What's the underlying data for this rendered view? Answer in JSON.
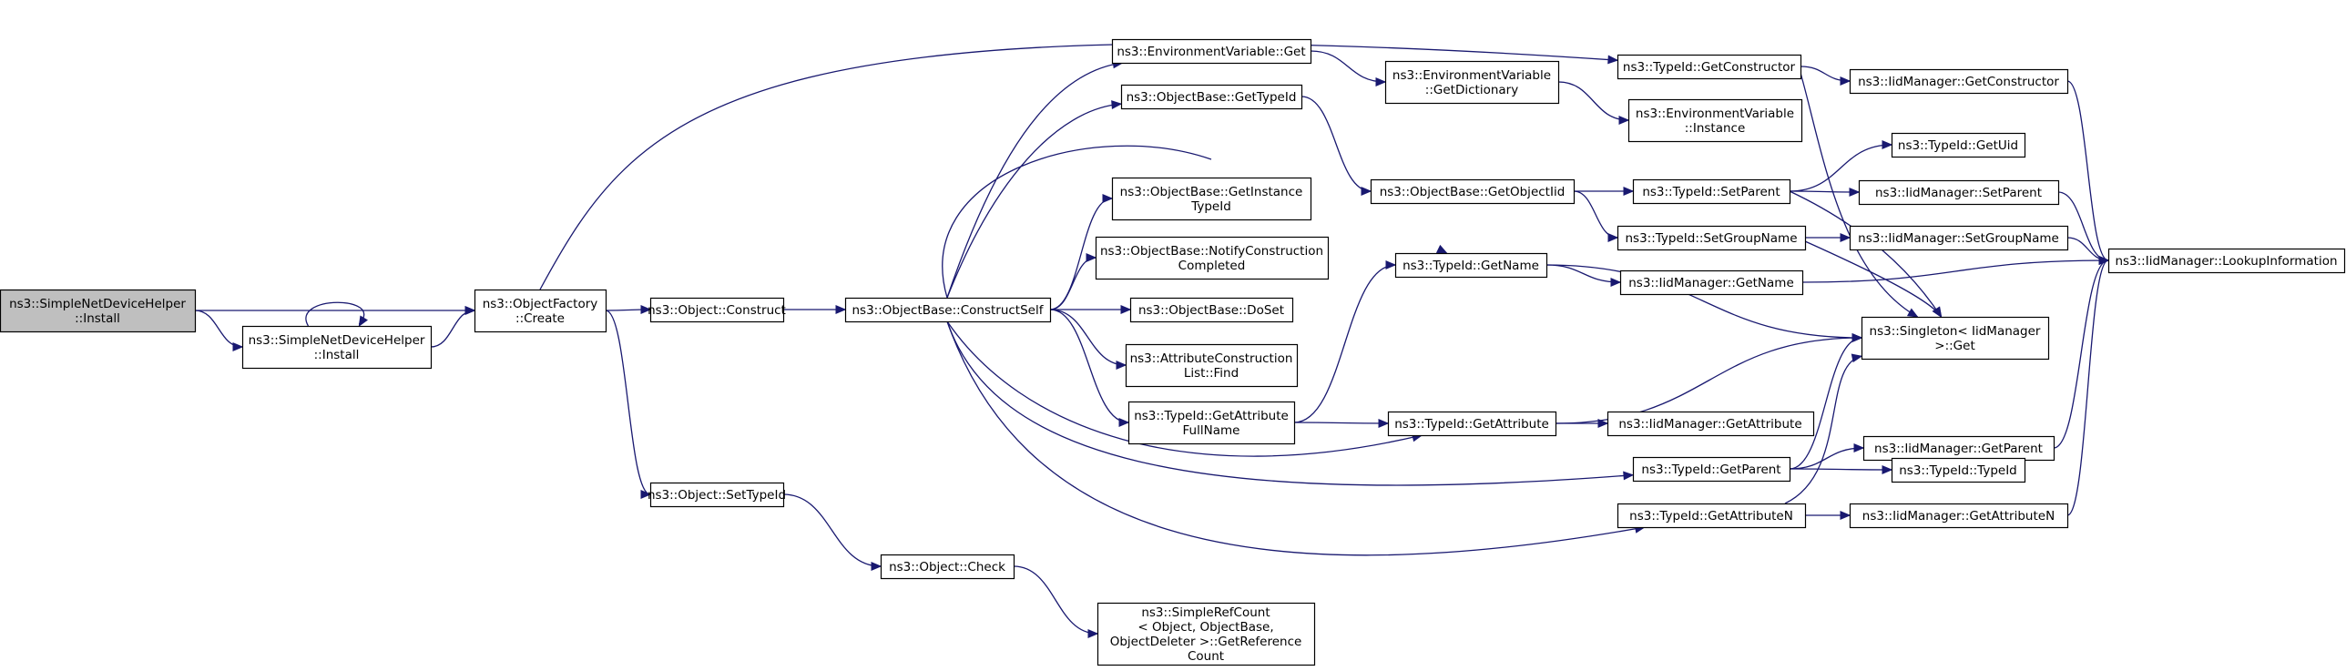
{
  "graph": {
    "title": "",
    "edge_color": "#191970",
    "root_fill": "#bfbfbf",
    "nodes": [
      {
        "id": "sndh_install_root",
        "lines": [
          "ns3::SimpleNetDeviceHelper",
          "::Install"
        ],
        "root": true
      },
      {
        "id": "sndh_install2",
        "lines": [
          "ns3::SimpleNetDeviceHelper",
          "::Install"
        ]
      },
      {
        "id": "of_create",
        "lines": [
          "ns3::ObjectFactory",
          "::Create"
        ]
      },
      {
        "id": "obj_construct",
        "lines": [
          "ns3::Object::Construct"
        ]
      },
      {
        "id": "obj_settypeid",
        "lines": [
          "ns3::Object::SetTypeId"
        ]
      },
      {
        "id": "obj_check",
        "lines": [
          "ns3::Object::Check"
        ]
      },
      {
        "id": "simplerefcount",
        "lines": [
          "ns3::SimpleRefCount",
          "< Object, ObjectBase,",
          "ObjectDeleter >::GetReference",
          "Count"
        ]
      },
      {
        "id": "ob_constructself",
        "lines": [
          "ns3::ObjectBase::ConstructSelf"
        ]
      },
      {
        "id": "envvar_get",
        "lines": [
          "ns3::EnvironmentVariable::Get"
        ]
      },
      {
        "id": "ob_gettypeid",
        "lines": [
          "ns3::ObjectBase::GetTypeId"
        ]
      },
      {
        "id": "ob_getinstancetypeid",
        "lines": [
          "ns3::ObjectBase::GetInstance",
          "TypeId"
        ]
      },
      {
        "id": "ob_notify",
        "lines": [
          "ns3::ObjectBase::NotifyConstruction",
          "Completed"
        ]
      },
      {
        "id": "ob_doset",
        "lines": [
          "ns3::ObjectBase::DoSet"
        ]
      },
      {
        "id": "acl_find",
        "lines": [
          "ns3::AttributeConstruction",
          "List::Find"
        ]
      },
      {
        "id": "tid_getattrfullname",
        "lines": [
          "ns3::TypeId::GetAttribute",
          "FullName"
        ]
      },
      {
        "id": "envvar_getdict",
        "lines": [
          "ns3::EnvironmentVariable",
          "::GetDictionary"
        ]
      },
      {
        "id": "ob_getobjectiid",
        "lines": [
          "ns3::ObjectBase::GetObjectIid"
        ]
      },
      {
        "id": "tid_getname",
        "lines": [
          "ns3::TypeId::GetName"
        ]
      },
      {
        "id": "tid_getattribute",
        "lines": [
          "ns3::TypeId::GetAttribute"
        ]
      },
      {
        "id": "tid_getconstructor",
        "lines": [
          "ns3::TypeId::GetConstructor"
        ]
      },
      {
        "id": "envvar_instance",
        "lines": [
          "ns3::EnvironmentVariable",
          "::Instance"
        ]
      },
      {
        "id": "tid_setparent",
        "lines": [
          "ns3::TypeId::SetParent"
        ]
      },
      {
        "id": "tid_setgroupname",
        "lines": [
          "ns3::TypeId::SetGroupName"
        ]
      },
      {
        "id": "iid_getname",
        "lines": [
          "ns3::IidManager::GetName"
        ]
      },
      {
        "id": "iid_getattribute",
        "lines": [
          "ns3::IidManager::GetAttribute"
        ]
      },
      {
        "id": "tid_getparent",
        "lines": [
          "ns3::TypeId::GetParent"
        ]
      },
      {
        "id": "tid_getattributen",
        "lines": [
          "ns3::TypeId::GetAttributeN"
        ]
      },
      {
        "id": "iid_getconstructor",
        "lines": [
          "ns3::IidManager::GetConstructor"
        ]
      },
      {
        "id": "tid_getuid",
        "lines": [
          "ns3::TypeId::GetUid"
        ]
      },
      {
        "id": "iid_setparent",
        "lines": [
          "ns3::IidManager::SetParent"
        ]
      },
      {
        "id": "iid_setgroupname",
        "lines": [
          "ns3::IidManager::SetGroupName"
        ]
      },
      {
        "id": "singleton_get",
        "lines": [
          "ns3::Singleton< IidManager",
          " >::Get"
        ]
      },
      {
        "id": "iid_getparent",
        "lines": [
          "ns3::IidManager::GetParent"
        ]
      },
      {
        "id": "tid_typeid",
        "lines": [
          "ns3::TypeId::TypeId"
        ]
      },
      {
        "id": "iid_getattributen",
        "lines": [
          "ns3::IidManager::GetAttributeN"
        ]
      },
      {
        "id": "iid_lookupinfo",
        "lines": [
          "ns3::IidManager::LookupInformation"
        ]
      }
    ],
    "edges": [
      [
        "sndh_install_root",
        "of_create"
      ],
      [
        "sndh_install_root",
        "sndh_install2"
      ],
      [
        "sndh_install2",
        "sndh_install2"
      ],
      [
        "sndh_install2",
        "of_create"
      ],
      [
        "of_create",
        "obj_construct"
      ],
      [
        "of_create",
        "obj_settypeid"
      ],
      [
        "of_create",
        "tid_getconstructor"
      ],
      [
        "obj_construct",
        "ob_constructself"
      ],
      [
        "obj_settypeid",
        "obj_check"
      ],
      [
        "obj_check",
        "simplerefcount"
      ],
      [
        "ob_constructself",
        "envvar_get"
      ],
      [
        "ob_constructself",
        "ob_gettypeid"
      ],
      [
        "ob_constructself",
        "tid_getname"
      ],
      [
        "ob_constructself",
        "ob_getinstancetypeid"
      ],
      [
        "ob_constructself",
        "ob_notify"
      ],
      [
        "ob_constructself",
        "ob_doset"
      ],
      [
        "ob_constructself",
        "acl_find"
      ],
      [
        "ob_constructself",
        "tid_getattrfullname"
      ],
      [
        "ob_constructself",
        "tid_getattribute"
      ],
      [
        "ob_constructself",
        "tid_getparent"
      ],
      [
        "ob_constructself",
        "tid_getattributen"
      ],
      [
        "envvar_get",
        "envvar_getdict"
      ],
      [
        "envvar_getdict",
        "envvar_instance"
      ],
      [
        "ob_gettypeid",
        "ob_getobjectiid"
      ],
      [
        "ob_getobjectiid",
        "tid_setparent"
      ],
      [
        "ob_getobjectiid",
        "tid_setgroupname"
      ],
      [
        "tid_getattrfullname",
        "tid_getname"
      ],
      [
        "tid_getattrfullname",
        "tid_getattribute"
      ],
      [
        "tid_getname",
        "iid_getname"
      ],
      [
        "tid_getname",
        "singleton_get"
      ],
      [
        "tid_getattribute",
        "singleton_get"
      ],
      [
        "tid_getattribute",
        "iid_getattribute"
      ],
      [
        "tid_getconstructor",
        "iid_getconstructor"
      ],
      [
        "tid_getconstructor",
        "singleton_get"
      ],
      [
        "tid_setparent",
        "tid_getuid"
      ],
      [
        "tid_setparent",
        "iid_setparent"
      ],
      [
        "tid_setparent",
        "singleton_get"
      ],
      [
        "tid_setgroupname",
        "iid_setgroupname"
      ],
      [
        "tid_setgroupname",
        "singleton_get"
      ],
      [
        "iid_getname",
        "iid_lookupinfo"
      ],
      [
        "tid_getparent",
        "iid_getparent"
      ],
      [
        "tid_getparent",
        "singleton_get"
      ],
      [
        "tid_getparent",
        "tid_typeid"
      ],
      [
        "tid_getattributen",
        "iid_getattributen"
      ],
      [
        "tid_getattributen",
        "singleton_get"
      ],
      [
        "iid_getconstructor",
        "iid_lookupinfo"
      ],
      [
        "iid_setparent",
        "iid_lookupinfo"
      ],
      [
        "iid_setgroupname",
        "iid_lookupinfo"
      ],
      [
        "iid_getparent",
        "iid_lookupinfo"
      ],
      [
        "iid_getattributen",
        "iid_lookupinfo"
      ]
    ]
  }
}
